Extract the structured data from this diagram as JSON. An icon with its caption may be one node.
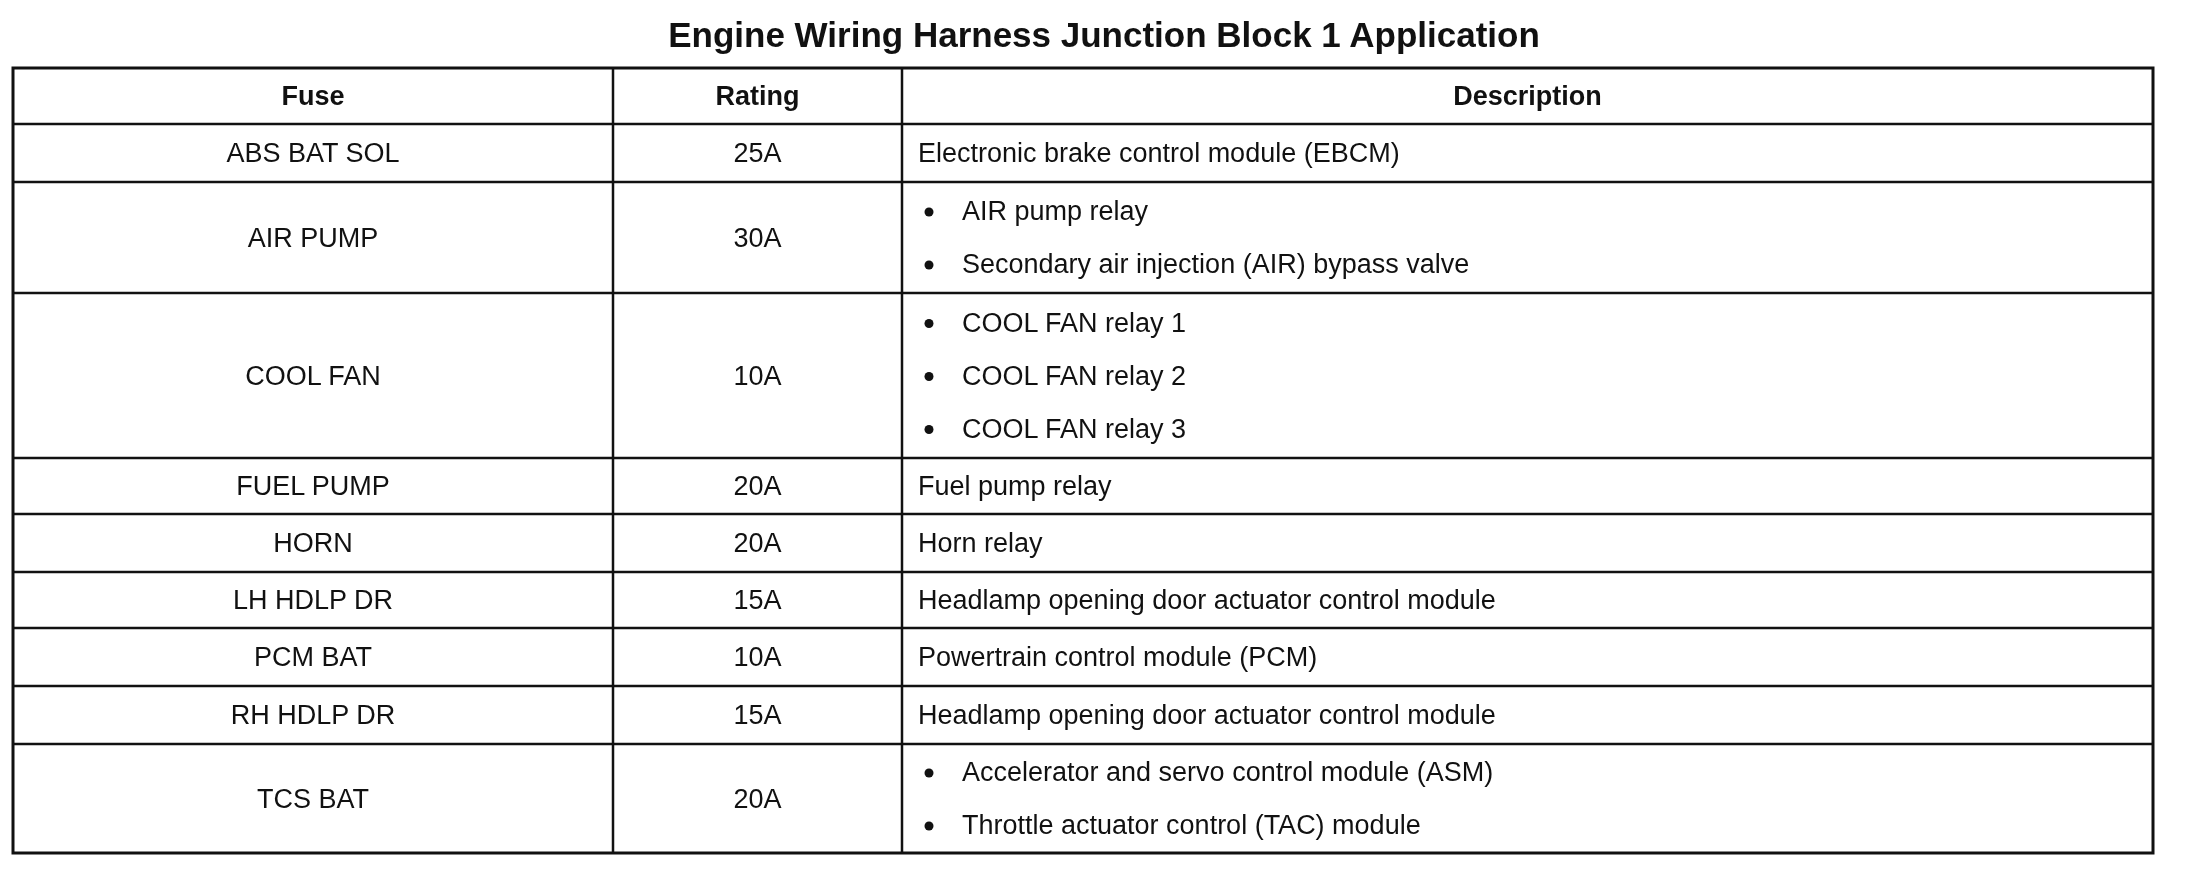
{
  "diagram": {
    "title": "Engine Wiring Harness Junction Block 1 Application",
    "labels": [
      "Fuse",
      "Rating",
      "Description",
      "ABS BAT SOL",
      "25A",
      "Electronic brake control module (EBCM)",
      "AIR PUMP",
      "30A",
      "AIR pump relay",
      "Secondary air injection (AIR) bypass valve",
      "COOL FAN",
      "10A",
      "COOL FAN relay 1",
      "COOL FAN relay 2",
      "COOL FAN relay 3",
      "FUEL PUMP",
      "20A",
      "Fuel pump relay",
      "HORN",
      "20A",
      "Horn relay",
      "LH HDLP DR",
      "15A",
      "Headlamp opening door actuator control module",
      "PCM BAT",
      "10A",
      "Powertrain control module (PCM)",
      "RH HDLP DR",
      "15A",
      "Headlamp opening door actuator control module",
      "TCS BAT",
      "20A",
      "Accelerator and servo control module (ASM)",
      "Throttle actuator control (TAC) module"
    ]
  }
}
